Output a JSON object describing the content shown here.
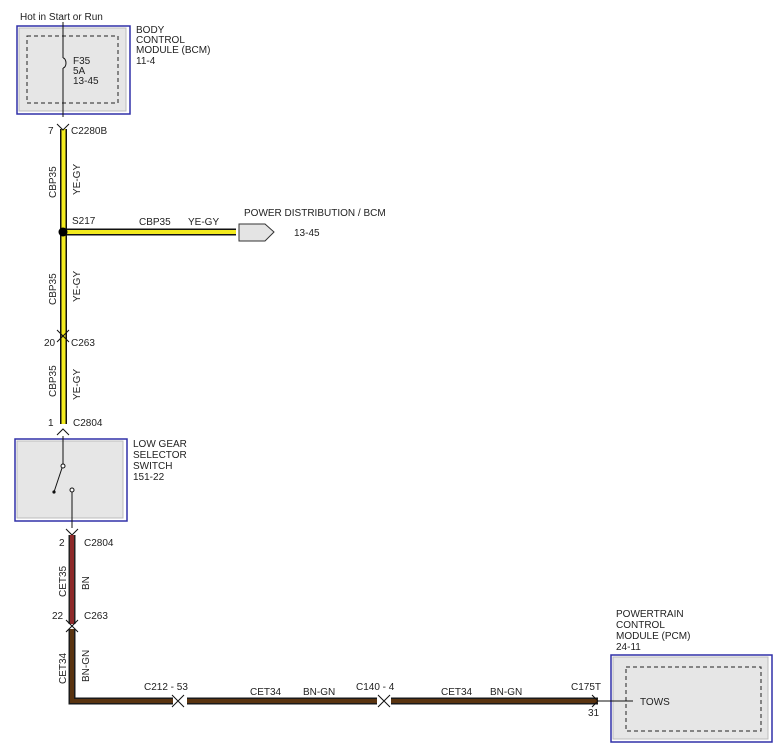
{
  "power_source_label": "Hot in Start or Run",
  "bcm": {
    "name_lines": [
      "BODY",
      "CONTROL",
      "MODULE (BCM)",
      "11-4"
    ],
    "fuse": [
      "F35",
      "5A",
      "13-45"
    ]
  },
  "wire_upper": {
    "circuit": "CBP35",
    "color_code": "YE-GY",
    "color_hex": "#f2ea1e"
  },
  "connectors": {
    "c2280b": {
      "pin": "7",
      "name": "C2280B"
    },
    "c263_top": {
      "pin": "20",
      "name": "C263"
    },
    "c2804_top": {
      "pin": "1",
      "name": "C2804"
    },
    "c2804_bottom": {
      "pin": "2",
      "name": "C2804"
    },
    "c263_bottom": {
      "pin": "22",
      "name": "C263"
    },
    "c212": "C212  -  53",
    "c140": "C140  -  4",
    "c175t": {
      "pin": "31",
      "name": "C175T"
    }
  },
  "splice": {
    "name": "S217"
  },
  "branch": {
    "circuit": "CBP35",
    "color_code": "YE-GY",
    "destination": "POWER DISTRIBUTION / BCM",
    "ref": "13-45"
  },
  "switch": {
    "name_lines": [
      "LOW GEAR",
      "SELECTOR",
      "SWITCH",
      "151-22"
    ]
  },
  "wire_bn": {
    "circuit": "CET35",
    "color_code": "BN",
    "color_hex": "#8e2a2a"
  },
  "wire_bn_gn": {
    "circuit": "CET34",
    "color_code": "BN-GN",
    "color_hex": "#5a3410"
  },
  "pcm": {
    "name_lines": [
      "POWERTRAIN",
      "CONTROL",
      "MODULE (PCM)",
      "24-11"
    ],
    "pin_label": "TOWS"
  }
}
